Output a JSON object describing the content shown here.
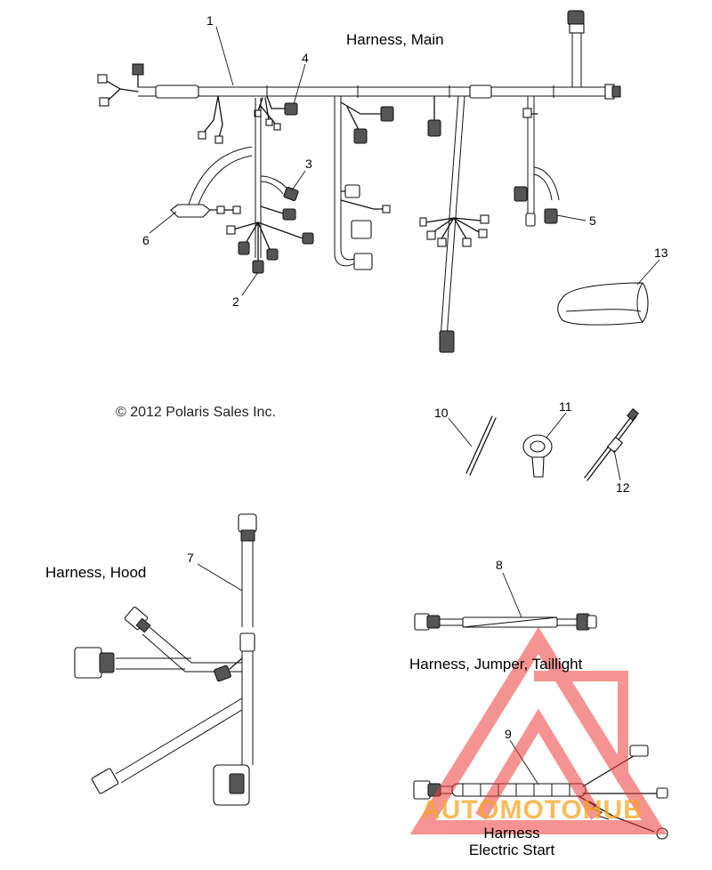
{
  "titles": {
    "main": "Harness, Main",
    "hood": "Harness, Hood",
    "taillight": "Harness, Jumper, Taillight",
    "start_line1": "Harness",
    "start_line2": "Electric Start"
  },
  "copyright": "© 2012 Polaris Sales Inc.",
  "callouts": [
    "1",
    "2",
    "3",
    "4",
    "5",
    "6",
    "7",
    "8",
    "9",
    "10",
    "11",
    "12",
    "13"
  ],
  "watermark": {
    "brand": "AUTOMOTOHUB",
    "colors": {
      "triangle": "#ee3b3b",
      "text": "#f5a623"
    }
  }
}
